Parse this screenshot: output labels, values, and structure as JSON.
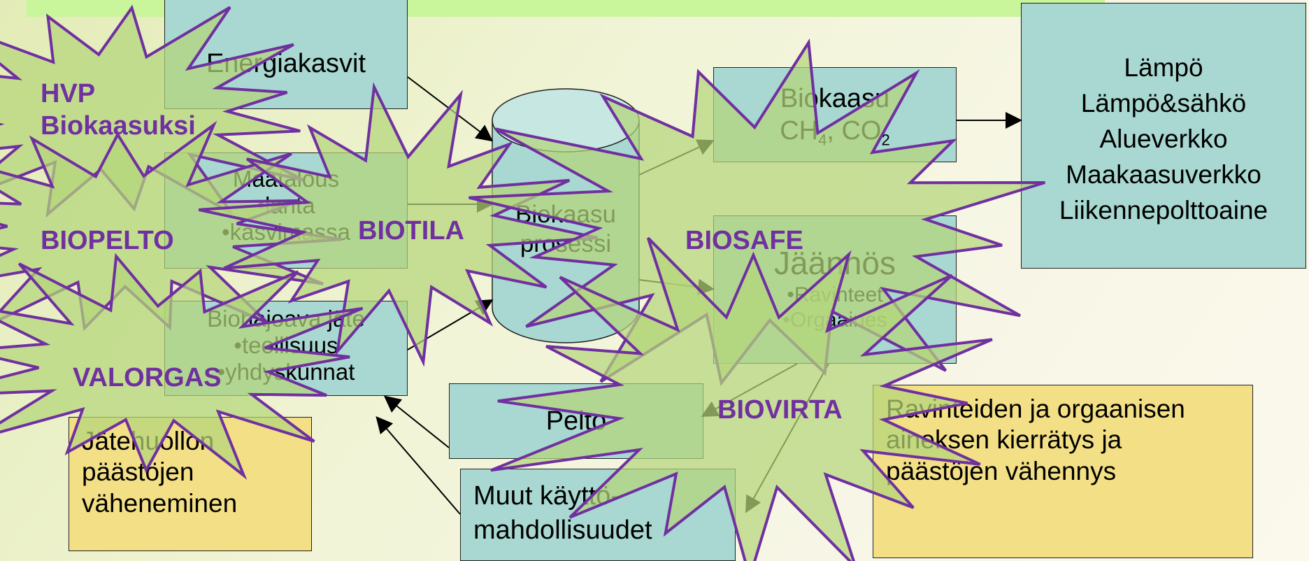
{
  "colors": {
    "box_teal": "#a8d8d1",
    "box_yellow": "#f3df85",
    "burst_fill": "#b4d67a",
    "burst_stroke": "#7030a0",
    "burst_label": "#7030a0",
    "top_bar": "#c9f59b"
  },
  "boxes": {
    "energiakasvit": "Energiakasvit",
    "maatalous": {
      "title": "Maatalous",
      "items": [
        "•lanta",
        "•kasvimassa"
      ]
    },
    "biohajoava": {
      "title": "Biohajoava jäte",
      "items": [
        "•teollisuus",
        "•yhdyskunnat"
      ]
    },
    "jatehuolto": {
      "lines": [
        "Jätehuollon",
        "päästöjen",
        "väheneminen"
      ]
    },
    "process": {
      "lines": [
        "Biokaasu",
        "prosessi"
      ]
    },
    "biokaasu": {
      "line1": "Biokaasu",
      "line2_a": "CH",
      "sub4": "4",
      "line2_b": ", CO",
      "sub2": "2"
    },
    "uses": {
      "lines": [
        "Lämpö",
        "Lämpö&sähkö",
        "Alueverkko",
        "Maakaasuverkko",
        "Liikennepolttoaine"
      ]
    },
    "jaannos": {
      "title": "Jäännös",
      "items": [
        "•Ravinteet",
        "•Orgaaines"
      ]
    },
    "pelto": "Pelto",
    "muut": {
      "lines": [
        "Muut käyttö-",
        "mahdollisuudet"
      ]
    },
    "ravinteet": {
      "lines": [
        "Ravinteiden ja orgaanisen",
        "aineksen kierrätys ja",
        "päästöjen vähennys"
      ]
    }
  },
  "bursts": {
    "hvp": [
      "HVP",
      "Biokaasuksi"
    ],
    "biopelto": "BIOPELTO",
    "biotila": "BIOTILA",
    "valorgas": "VALORGAS",
    "biosafe": "BIOSAFE",
    "biovirta": "BIOVIRTA"
  }
}
